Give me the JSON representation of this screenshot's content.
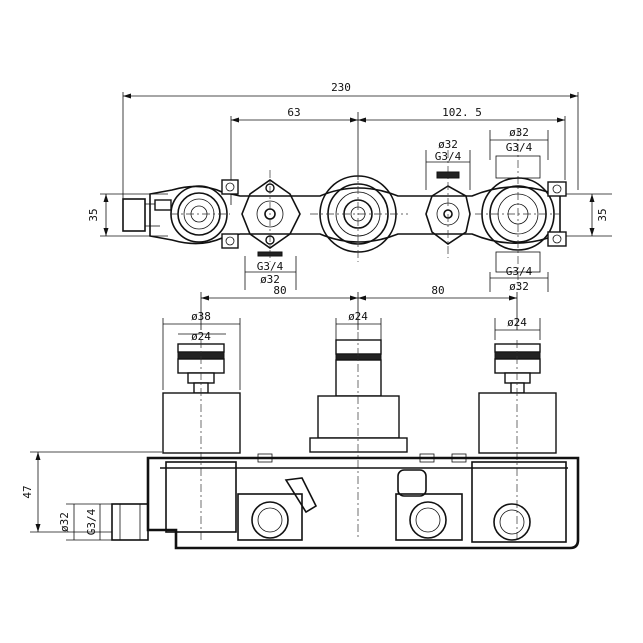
{
  "top_view": {
    "dim_overall_width": "230",
    "dim_left_offset": "63",
    "dim_right_offset": "102. 5",
    "dim_height_left": "35",
    "dim_height_right": "35",
    "left_port_thread": "G3/4",
    "left_port_diameter": "ø32",
    "mid_port_thread": "G3/4",
    "mid_port_diameter": "ø32",
    "right_top_diameter": "ø32",
    "right_top_thread": "G3/4",
    "right_bottom_thread": "G3/4",
    "right_bottom_diameter": "ø32"
  },
  "front_view": {
    "dim_spacing_left": "80",
    "dim_spacing_right": "80",
    "left_body_diameter": "ø38",
    "left_spindle_diameter": "ø24",
    "center_spindle_diameter": "ø24",
    "right_spindle_diameter": "ø24",
    "dim_depth": "47",
    "side_port_diameter": "ø32",
    "side_port_thread": "G3/4"
  }
}
